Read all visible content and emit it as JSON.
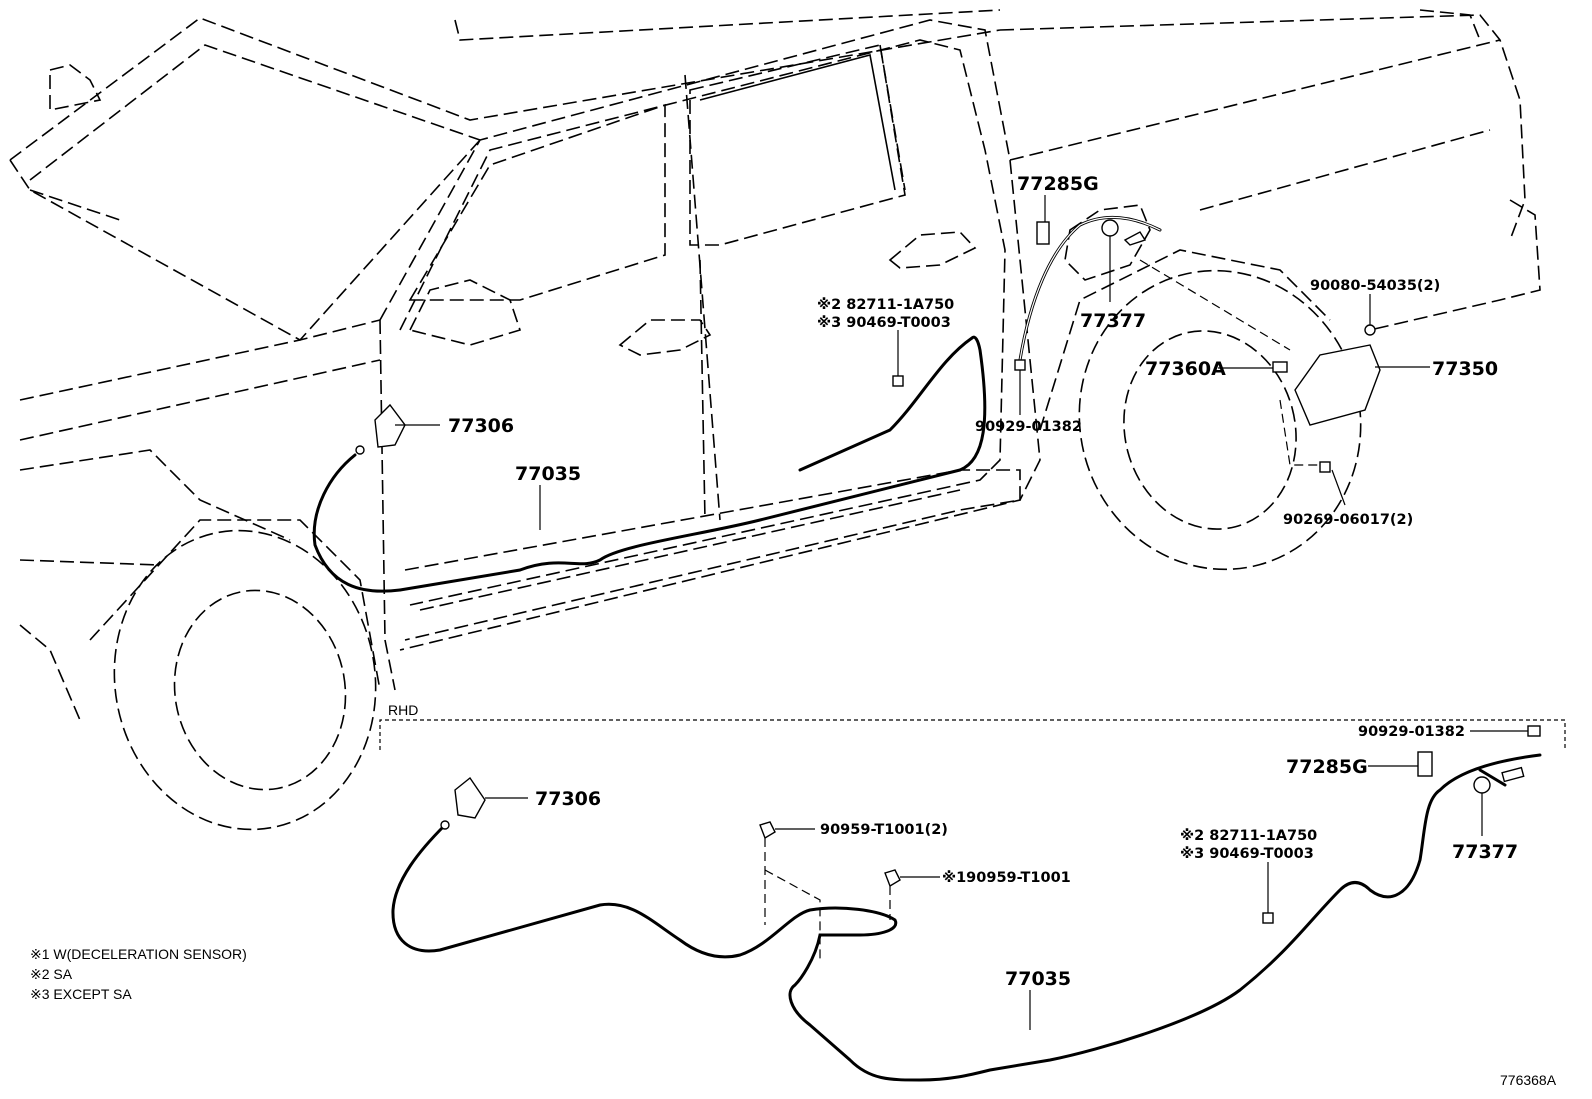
{
  "labels": {
    "p77285g_top": "77285G",
    "p77377_top": "77377",
    "p90080": "90080-54035(2)",
    "p77360a": "77360A",
    "p77350": "77350",
    "note2_top": "※2 82711-1A750",
    "note3_top": "※3 90469-T0003",
    "p77306_top": "77306",
    "p77035_top": "77035",
    "p90929_top": "90929-01382",
    "p90269": "90269-06017(2)",
    "rhd": "RHD",
    "p90929_bot": "90929-01382",
    "p77285g_bot": "77285G",
    "p77377_bot": "77377",
    "p77306_bot": "77306",
    "p90959_2": "90959-T1001(2)",
    "p90959_1": "※190959-T1001",
    "note2_bot": "※2 82711-1A750",
    "note3_bot": "※3 90469-T0003",
    "p77035_bot": "77035"
  },
  "legend": [
    "※1 W(DECELERATION SENSOR)",
    "※2 SA",
    "※3 EXCEPT SA"
  ],
  "figure_id": "776368A"
}
